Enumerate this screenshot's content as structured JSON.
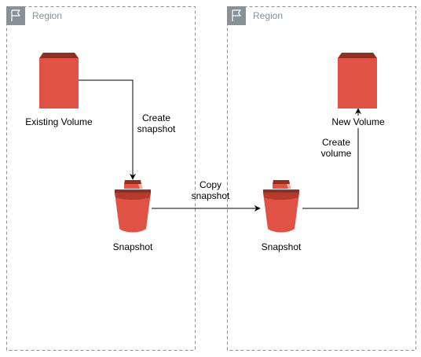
{
  "colors": {
    "region_border": "#879196",
    "resource_fill": "#E05243",
    "resource_dark": "#8C3123",
    "resource_light": "#F2B0A9",
    "connector": "#000000"
  },
  "regions": [
    {
      "title": "Region",
      "icon": "flag-icon"
    },
    {
      "title": "Region",
      "icon": "flag-icon"
    }
  ],
  "nodes": {
    "existing_volume": {
      "label": "Existing Volume",
      "icon": "ebs-volume-icon"
    },
    "snapshot_source": {
      "label": "Snapshot",
      "icon": "ebs-snapshot-icon"
    },
    "snapshot_copy": {
      "label": "Snapshot",
      "icon": "ebs-snapshot-icon"
    },
    "new_volume": {
      "label": "New Volume",
      "icon": "ebs-volume-icon"
    }
  },
  "edges": {
    "create_snapshot": {
      "label_line1": "Create",
      "label_line2": "snapshot"
    },
    "copy_snapshot": {
      "label_line1": "Copy",
      "label_line2": "snapshot"
    },
    "create_volume": {
      "label_line1": "Create",
      "label_line2": "volume"
    }
  }
}
